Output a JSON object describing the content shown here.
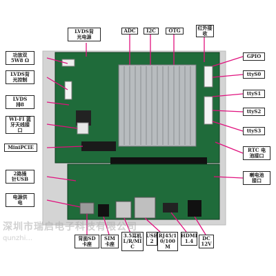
{
  "labels": {
    "fan_5w80": "功放双\n5W8 Ω",
    "lvds_backlight_power": "LVDS背\n光电源",
    "lvds_backlight_ctrl": "LVDS背\n光控制",
    "lvds_connector": "LVDS\n排8",
    "wifi_bt": "WI-FI 蓝\n牙天线接\n口",
    "minipcie": "MiniPCIE",
    "usb_2": "2路插\n针USB",
    "power_key": "电源供\n电",
    "adc": "ADC",
    "i2c": "I2C",
    "otg": "OTG",
    "ir": "红外接\n收",
    "gpio": "GPIO",
    "ttys0": "ttyS0",
    "ttys1": "ttyS1",
    "ttys2": "ttyS2",
    "ttys3": "ttyS3",
    "rtc": "RTC 电\n池接口",
    "battery": "喇电池\n接口",
    "sd_card": "背面SD\n卡座",
    "sim": "SIM\n卡座",
    "audio": "3.5耳机\nL/R/MI\nC",
    "usb_host": "USB\n2",
    "rj45": "RJ45/1\n0/100\nM",
    "hdmi": "HDMI\n1.4",
    "dc12v": "DC\n12V"
  },
  "watermark": {
    "line1": "深圳市瑞启电子科技有限公司",
    "line2": "qunzhi..."
  },
  "colors": {
    "pcb": "#1f6b3a",
    "heatsink": "#b8bcbf",
    "line": "#e0107d",
    "board_bg": "#c9c9c9"
  }
}
